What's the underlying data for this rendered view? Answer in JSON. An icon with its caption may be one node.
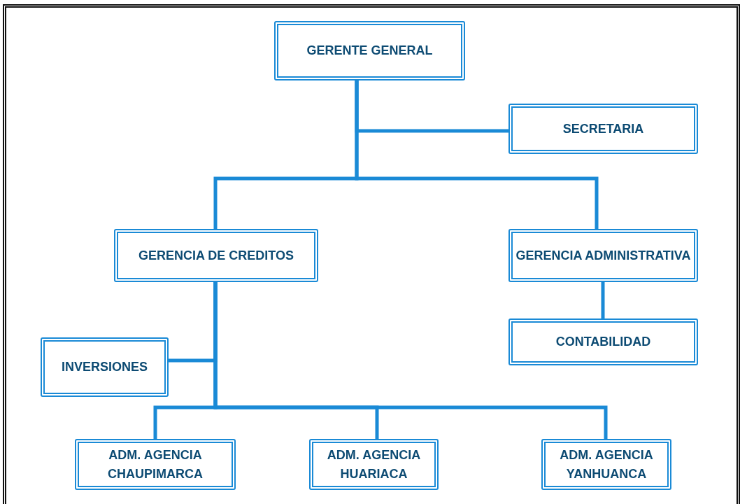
{
  "diagram": {
    "nodes": [
      {
        "text": [
          "GERENTE GENERAL"
        ]
      },
      {
        "text": [
          "SECRETARIA"
        ]
      },
      {
        "text": [
          "GERENCIA DE CREDITOS"
        ]
      },
      {
        "text": [
          "GERENCIA ADMINISTRATIVA"
        ]
      },
      {
        "text": [
          "CONTABILIDAD"
        ]
      },
      {
        "text": [
          "INVERSIONES"
        ]
      },
      {
        "text": [
          "ADM. AGENCIA CHAUPIMARCA"
        ]
      },
      {
        "text": [
          "ADM. AGENCIA HUARIACA"
        ]
      },
      {
        "text": [
          "ADM. AGENCIA YANHUANCA"
        ]
      }
    ],
    "edges": [
      {
        "from": 0,
        "to": 1,
        "arrow": "none"
      },
      {
        "from": 0,
        "to": 2,
        "arrow": "none"
      },
      {
        "from": 0,
        "to": 3,
        "arrow": "none"
      },
      {
        "from": 3,
        "to": 4,
        "arrow": "none"
      },
      {
        "from": 2,
        "to": 5,
        "arrow": "none"
      },
      {
        "from": 2,
        "to": 6,
        "arrow": "none"
      },
      {
        "from": 2,
        "to": 7,
        "arrow": "none"
      },
      {
        "from": 2,
        "to": 8,
        "arrow": "none"
      }
    ]
  }
}
